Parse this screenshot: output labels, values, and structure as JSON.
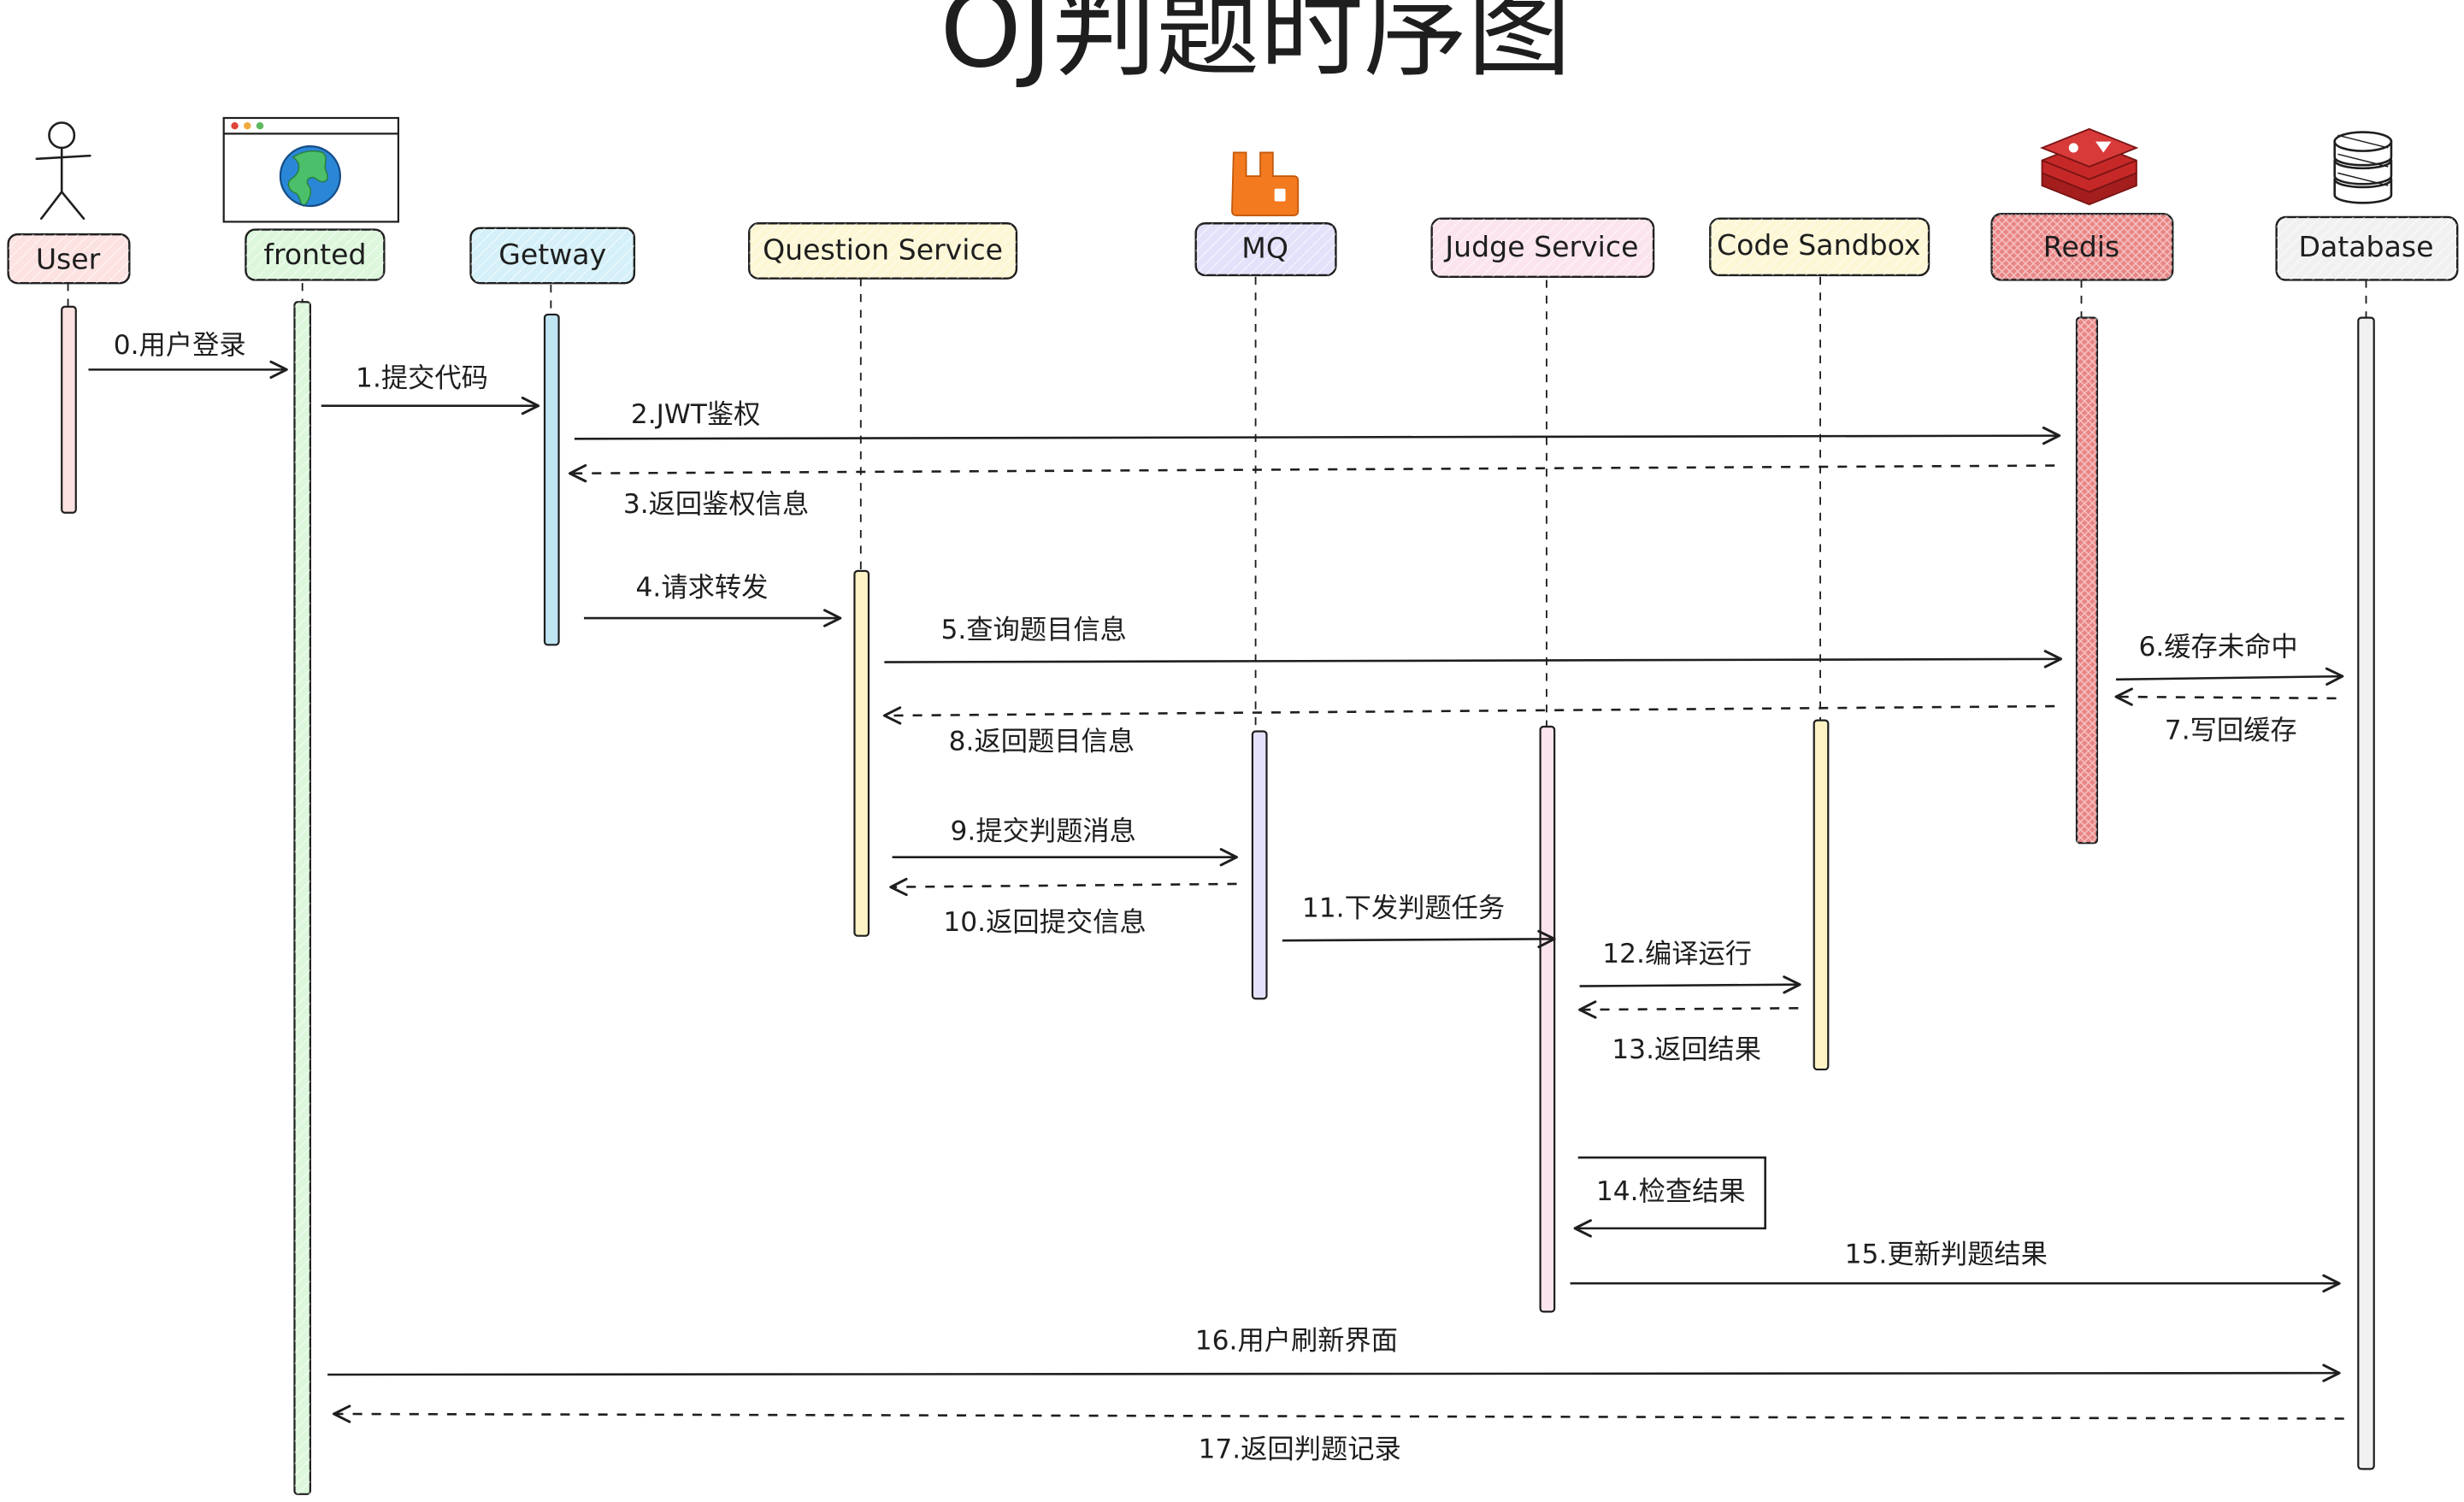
{
  "title": "OJ判题时序图",
  "participants": [
    {
      "id": "user",
      "label": "User",
      "fill": "#fde2e2",
      "stroke": "#c98b8b"
    },
    {
      "id": "frontend",
      "label": "fronted",
      "fill": "#dcf7dc",
      "stroke": "#7fb87f"
    },
    {
      "id": "gateway",
      "label": "Getway",
      "fill": "#d5f0f8",
      "stroke": "#7fb0c8"
    },
    {
      "id": "question",
      "label": "Question Service",
      "fill": "#fdf7d6",
      "stroke": "#c9b97a"
    },
    {
      "id": "mq",
      "label": "MQ",
      "fill": "#e4e2fa",
      "stroke": "#9a96cf"
    },
    {
      "id": "judge",
      "label": "Judge Service",
      "fill": "#fbe4ee",
      "stroke": "#c893a9"
    },
    {
      "id": "sandbox",
      "label": "Code Sandbox",
      "fill": "#fdf7d6",
      "stroke": "#c9b97a"
    },
    {
      "id": "redis",
      "label": "Redis",
      "fill": "#e98484",
      "stroke": "#b23a3a"
    },
    {
      "id": "database",
      "label": "Database",
      "fill": "#f1f1f1",
      "stroke": "#a0a0a0"
    }
  ],
  "messages": [
    {
      "id": "m0",
      "label": "0.用户登录",
      "from": "user",
      "to": "frontend",
      "type": "sync"
    },
    {
      "id": "m1",
      "label": "1.提交代码",
      "from": "frontend",
      "to": "gateway",
      "type": "sync"
    },
    {
      "id": "m2",
      "label": "2.JWT鉴权",
      "from": "gateway",
      "to": "redis",
      "type": "sync"
    },
    {
      "id": "m3",
      "label": "3.返回鉴权信息",
      "from": "redis",
      "to": "gateway",
      "type": "return"
    },
    {
      "id": "m4",
      "label": "4.请求转发",
      "from": "gateway",
      "to": "question",
      "type": "sync"
    },
    {
      "id": "m5",
      "label": "5.查询题目信息",
      "from": "question",
      "to": "redis",
      "type": "sync"
    },
    {
      "id": "m6",
      "label": "6.缓存未命中",
      "from": "redis",
      "to": "database",
      "type": "sync"
    },
    {
      "id": "m7",
      "label": "7.写回缓存",
      "from": "database",
      "to": "redis",
      "type": "return"
    },
    {
      "id": "m8",
      "label": "8.返回题目信息",
      "from": "redis",
      "to": "question",
      "type": "return"
    },
    {
      "id": "m9",
      "label": "9.提交判题消息",
      "from": "question",
      "to": "mq",
      "type": "sync"
    },
    {
      "id": "m10",
      "label": "10.返回提交信息",
      "from": "mq",
      "to": "question",
      "type": "return"
    },
    {
      "id": "m11",
      "label": "11.下发判题任务",
      "from": "mq",
      "to": "judge",
      "type": "sync"
    },
    {
      "id": "m12",
      "label": "12.编译运行",
      "from": "judge",
      "to": "sandbox",
      "type": "sync"
    },
    {
      "id": "m13",
      "label": "13.返回结果",
      "from": "sandbox",
      "to": "judge",
      "type": "return"
    },
    {
      "id": "m14",
      "label": "14.检查结果",
      "from": "judge",
      "to": "judge",
      "type": "self"
    },
    {
      "id": "m15",
      "label": "15.更新判题结果",
      "from": "judge",
      "to": "database",
      "type": "sync"
    },
    {
      "id": "m16",
      "label": "16.用户刷新界面",
      "from": "frontend",
      "to": "database",
      "type": "sync"
    },
    {
      "id": "m17",
      "label": "17.返回判题记录",
      "from": "database",
      "to": "frontend",
      "type": "return"
    }
  ]
}
